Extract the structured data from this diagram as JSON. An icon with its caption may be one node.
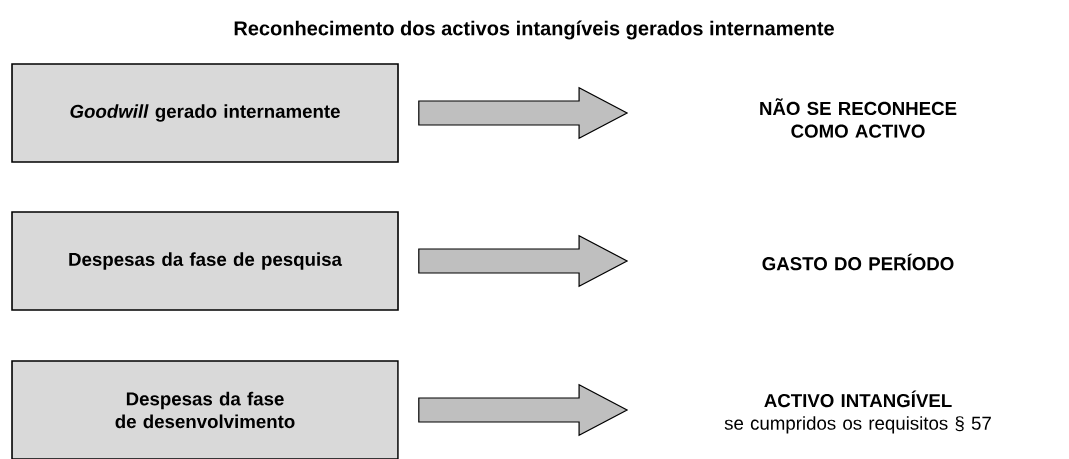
{
  "diagram": {
    "title": "Reconhecimento dos activos intangíveis gerados internamente",
    "nodes": [
      {
        "text": [
          "*Goodwill* gerado internamente"
        ]
      },
      {
        "text": [
          "Despesas da fase de pesquisa"
        ]
      },
      {
        "text": [
          "Despesas da fase de desenvolvimento"
        ]
      },
      {
        "text": [
          "NÃO SE RECONHECE COMO ACTIVO"
        ]
      },
      {
        "text": [
          "GASTO DO PERÍODO"
        ]
      },
      {
        "text": [
          "ACTIVO INTANGÍVEL",
          "se cumpridos os requisitos § 57"
        ]
      }
    ],
    "edges": [
      {
        "from": 0,
        "to": 3,
        "arrow": "to"
      },
      {
        "from": 1,
        "to": 4,
        "arrow": "to"
      },
      {
        "from": 2,
        "to": 5,
        "arrow": "to"
      }
    ]
  }
}
